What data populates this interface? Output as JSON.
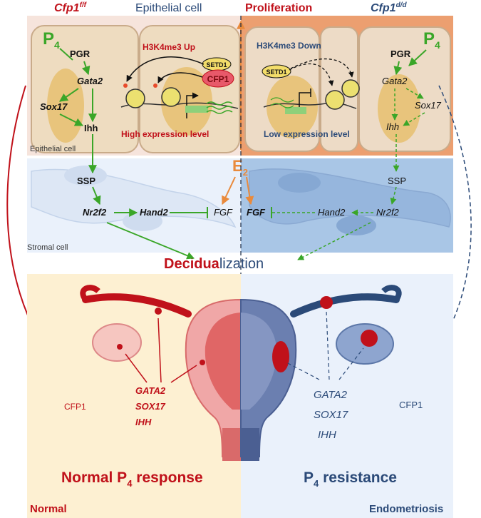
{
  "header": {
    "left_genotype": "Cfp1",
    "left_genotype_sup": "f/f",
    "right_genotype": "Cfp1",
    "right_genotype_sup": "d/d",
    "epithelial_cell": "Epithelial cell",
    "proliferation": "Proliferation"
  },
  "left_epithelium": {
    "p4": "P",
    "p4_sub": "4",
    "pgr": "PGR",
    "gata2": "Gata2",
    "sox17": "Sox17",
    "ihh": "Ihh",
    "h3k4me3": "H3K4me3 Up",
    "setd1": "SETD1",
    "cfp1": "CFP1",
    "expression": "High expression level",
    "cell_label": "Epithelial cell"
  },
  "right_epithelium": {
    "p4": "P",
    "p4_sub": "4",
    "pgr": "PGR",
    "gata2": "Gata2",
    "sox17": "Sox17",
    "ihh": "Ihh",
    "h3k4me3": "H3K4me3 Down",
    "setd1": "SETD1",
    "expression": "Low expression level"
  },
  "estrogen": {
    "label": "E",
    "sub": "2"
  },
  "left_stroma": {
    "ssp": "SSP",
    "nr2f2": "Nr2f2",
    "hand2": "Hand2",
    "fgf": "FGF",
    "cell_label": "Stromal cell"
  },
  "right_stroma": {
    "ssp": "SSP",
    "nr2f2": "Nr2f2",
    "hand2": "Hand2",
    "fgf": "FGF"
  },
  "decidualization": {
    "part1": "Decidua",
    "part2": "lization"
  },
  "bottom_left": {
    "cfp1": "CFP1",
    "genes": [
      "GATA2",
      "SOX17",
      "IHH"
    ],
    "response": "Normal P",
    "response_sub": "4",
    "response_tail": " response",
    "state": "Normal"
  },
  "bottom_right": {
    "cfp1": "CFP1",
    "genes": [
      "GATA2",
      "SOX17",
      "IHH"
    ],
    "response": "P",
    "response_sub": "4",
    "response_tail": " resistance",
    "state": "Endometriosis"
  },
  "colors": {
    "red": "#c0111a",
    "navy": "#2b4a78",
    "green": "#3aa628",
    "orange": "#e98a3c",
    "cream": "#fdf0d2",
    "lightblue": "#eaf1fb"
  }
}
